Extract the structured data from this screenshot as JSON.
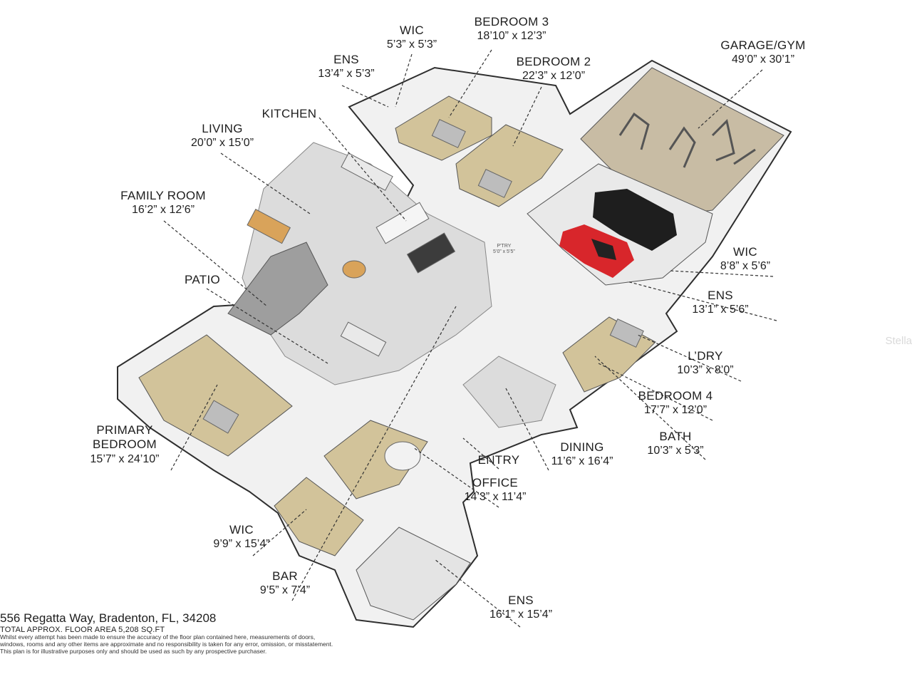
{
  "labels": {
    "wic_top": {
      "name": "WIC",
      "dims": "5’3” x 5’3”"
    },
    "bedroom3": {
      "name": "BEDROOM 3",
      "dims": "18’10” x 12’3”"
    },
    "ens_top": {
      "name": "ENS",
      "dims": "13’4” x 5’3”"
    },
    "bedroom2": {
      "name": "BEDROOM 2",
      "dims": "22’3” x 12’0”"
    },
    "garage": {
      "name": "GARAGE/GYM",
      "dims": "49’0” x 30’1”"
    },
    "kitchen": {
      "name": "KITCHEN",
      "dims": ""
    },
    "living": {
      "name": "LIVING",
      "dims": "20’0” x 15’0”"
    },
    "family": {
      "name": "FAMILY ROOM",
      "dims": "16’2” x 12’6”"
    },
    "patio": {
      "name": "PATIO",
      "dims": ""
    },
    "wic_right": {
      "name": "WIC",
      "dims": "8’8” x 5’6”"
    },
    "ens_right": {
      "name": "ENS",
      "dims": "13’1” x 5’6”"
    },
    "laundry": {
      "name": "L’DRY",
      "dims": "10’3” x 8’0”"
    },
    "bedroom4": {
      "name": "BEDROOM 4",
      "dims": "17’7” x 12’0”"
    },
    "bath": {
      "name": "BATH",
      "dims": "10’3” x 5’3”"
    },
    "primary": {
      "name": "PRIMARY\nBEDROOM",
      "dims": "15’7” x 24’10”"
    },
    "entry": {
      "name": "ENTRY",
      "dims": ""
    },
    "dining": {
      "name": "DINING",
      "dims": "11’6” x 16’4”"
    },
    "office": {
      "name": "OFFICE",
      "dims": "14’3” x 11’4”"
    },
    "wic_bottom": {
      "name": "WIC",
      "dims": "9’9” x 15’4”"
    },
    "bar": {
      "name": "BAR",
      "dims": "9’5” x 7’4”"
    },
    "ens_bottom": {
      "name": "ENS",
      "dims": "16’1” x 15’4”"
    }
  },
  "pantry": {
    "name": "P’TRY",
    "dims": "5’0” x 5’5”"
  },
  "footer": {
    "address": "556 Regatta Way, Bradenton, FL, 34208",
    "area": "TOTAL APPROX. FLOOR AREA 5,208 SQ.FT",
    "disclaimer1": "Whilst every attempt has been made to ensure the accuracy of the floor plan contained here, measurements of doors,",
    "disclaimer2": "windows, rooms and any other items are approximate and no responsibility is taken for any error, omission, or misstatement.",
    "disclaimer3": "This plan is for illustrative purposes only and should be used as such by any prospective purchaser."
  },
  "watermark": "Stella",
  "colors": {
    "wood": "#d2c39a",
    "tile": "#dcdcdc",
    "carpet": "#c8bca4",
    "wall": "#f6f6f6",
    "wall_edge": "#2e2e2e"
  }
}
